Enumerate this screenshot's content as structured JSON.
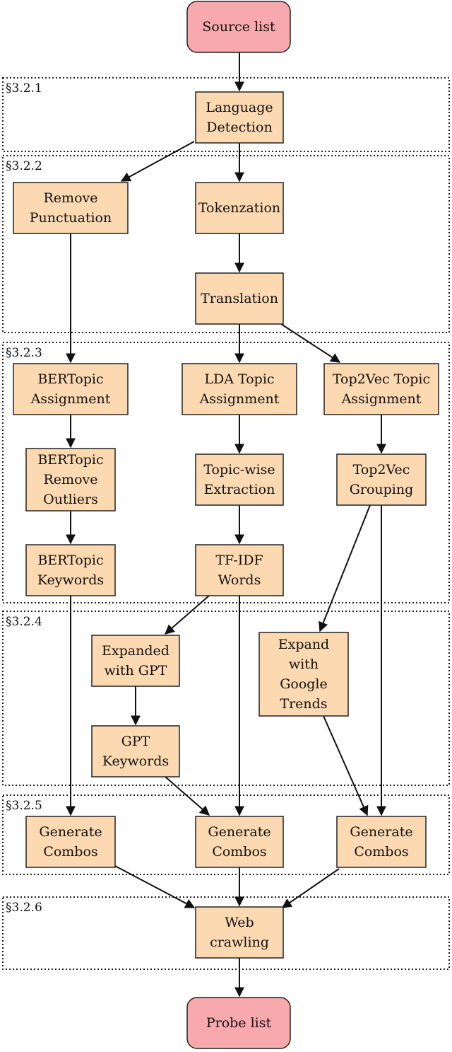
{
  "sections": [
    {
      "id": "s1",
      "label": "§3.2.1"
    },
    {
      "id": "s2",
      "label": "§3.2.2"
    },
    {
      "id": "s3",
      "label": "§3.2.3"
    },
    {
      "id": "s4",
      "label": "§3.2.4"
    },
    {
      "id": "s5",
      "label": "§3.2.5"
    },
    {
      "id": "s6",
      "label": "§3.2.6"
    }
  ],
  "nodes": [
    {
      "id": "source",
      "kind": "terminal",
      "lines": [
        "Source list"
      ]
    },
    {
      "id": "langdet",
      "kind": "process",
      "lines": [
        "Language",
        "Detection"
      ]
    },
    {
      "id": "rmpunct",
      "kind": "process",
      "lines": [
        "Remove",
        "Punctuation"
      ]
    },
    {
      "id": "tokenize",
      "kind": "process",
      "lines": [
        "Tokenzation"
      ]
    },
    {
      "id": "translate",
      "kind": "process",
      "lines": [
        "Translation"
      ]
    },
    {
      "id": "bertassign",
      "kind": "process",
      "lines": [
        "BERTopic",
        "Assignment"
      ]
    },
    {
      "id": "ldaassign",
      "kind": "process",
      "lines": [
        "LDA Topic",
        "Assignment"
      ]
    },
    {
      "id": "t2vassign",
      "kind": "process",
      "lines": [
        "Top2Vec Topic",
        "Assignment"
      ]
    },
    {
      "id": "bertoutliers",
      "kind": "process",
      "lines": [
        "BERTopic",
        "Remove",
        "Outliers"
      ]
    },
    {
      "id": "topicwise",
      "kind": "process",
      "lines": [
        "Topic-wise",
        "Extraction"
      ]
    },
    {
      "id": "t2vgroup",
      "kind": "process",
      "lines": [
        "Top2Vec",
        "Grouping"
      ]
    },
    {
      "id": "bertkw",
      "kind": "process",
      "lines": [
        "BERTopic",
        "Keywords"
      ]
    },
    {
      "id": "tfidf",
      "kind": "process",
      "lines": [
        "TF-IDF",
        "Words"
      ]
    },
    {
      "id": "expgpt",
      "kind": "process",
      "lines": [
        "Expanded",
        "with GPT"
      ]
    },
    {
      "id": "expgoogle",
      "kind": "process",
      "lines": [
        "Expand",
        "with",
        "Google",
        "Trends"
      ]
    },
    {
      "id": "gptkw",
      "kind": "process",
      "lines": [
        "GPT",
        "Keywords"
      ]
    },
    {
      "id": "combo1",
      "kind": "process",
      "lines": [
        "Generate",
        "Combos"
      ]
    },
    {
      "id": "combo2",
      "kind": "process",
      "lines": [
        "Generate",
        "Combos"
      ]
    },
    {
      "id": "combo3",
      "kind": "process",
      "lines": [
        "Generate",
        "Combos"
      ]
    },
    {
      "id": "webcrawl",
      "kind": "process",
      "lines": [
        "Web",
        "crawling"
      ]
    },
    {
      "id": "probe",
      "kind": "terminal",
      "lines": [
        "Probe list"
      ]
    }
  ],
  "edges": [
    [
      "source",
      "langdet"
    ],
    [
      "langdet",
      "rmpunct"
    ],
    [
      "langdet",
      "tokenize"
    ],
    [
      "tokenize",
      "translate"
    ],
    [
      "rmpunct",
      "bertassign"
    ],
    [
      "translate",
      "ldaassign"
    ],
    [
      "translate",
      "t2vassign"
    ],
    [
      "bertassign",
      "bertoutliers"
    ],
    [
      "ldaassign",
      "topicwise"
    ],
    [
      "t2vassign",
      "t2vgroup"
    ],
    [
      "bertoutliers",
      "bertkw"
    ],
    [
      "topicwise",
      "tfidf"
    ],
    [
      "tfidf",
      "expgpt"
    ],
    [
      "t2vgroup",
      "expgoogle"
    ],
    [
      "expgpt",
      "gptkw"
    ],
    [
      "bertkw",
      "combo1"
    ],
    [
      "gptkw",
      "combo2"
    ],
    [
      "tfidf",
      "combo2"
    ],
    [
      "expgoogle",
      "combo3"
    ],
    [
      "t2vgroup",
      "combo3"
    ],
    [
      "combo1",
      "webcrawl"
    ],
    [
      "combo2",
      "webcrawl"
    ],
    [
      "combo3",
      "webcrawl"
    ],
    [
      "webcrawl",
      "probe"
    ]
  ]
}
